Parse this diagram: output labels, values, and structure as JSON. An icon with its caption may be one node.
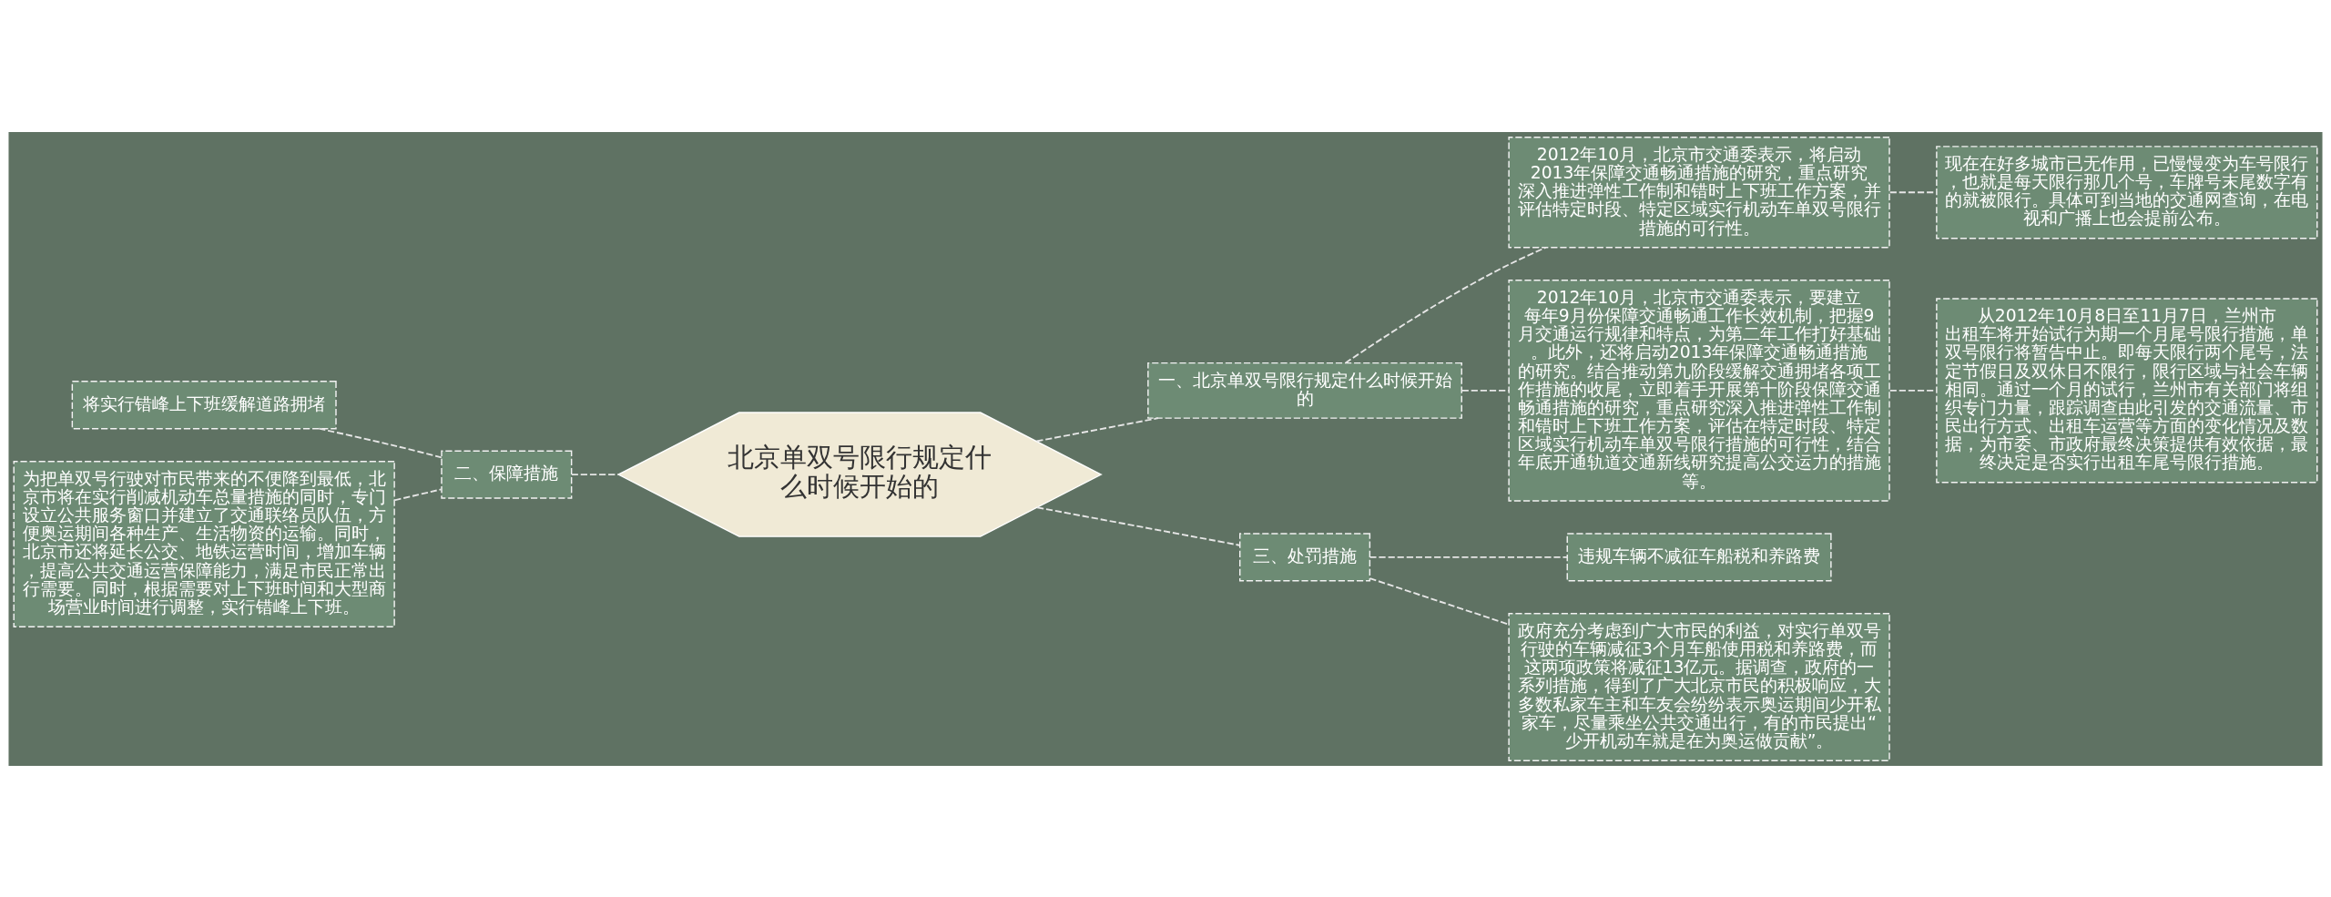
{
  "diagram": {
    "nodes": [
      {
        "text": [
          "北京单双号限行规定什么时候开始的"
        ]
      },
      {
        "text": [
          "一、北京单双号限行规定什么时候开始的"
        ]
      },
      {
        "text": [
          "2012年10月，北京市交通委表示，将启动2013年保障交通畅通措施的研究，重点研究深入推进弹性工作制和错时上下班工作方案，并评估特定时段、特定区域实行机动车单双号限行措施的可行性。"
        ]
      },
      {
        "text": [
          "现在在好多城市已无作用，已慢慢变为车号限行，也就是每天限行那几个号，车牌号末尾数字有的就被限行。具体可到当地的交通网查询，在电视和广播上也会提前公布。"
        ]
      },
      {
        "text": [
          "2012年10月，北京市交通委表示，要建立每年9月份保障交通畅通工作长效机制，把握9月交通运行规律和特点，为第二年工作打好基础。此外，还将启动2013年保障交通畅通措施的研究。结合推动第九阶段缓解交通拥堵各项工作措施的收尾，立即着手开展第十阶段保障交通畅通措施的研究，重点研究深入推进弹性工作制和错时上下班工作方案，评估在特定时段、特定区域实行机动车单双号限行措施的可行性，结合年底开通轨道交通新线研究提高公交运力的措施等。"
        ]
      },
      {
        "text": [
          "从2012年10月8日至11月7日，兰州市出租车将开始试行为期一个月尾号限行措施，单双号限行将暂告中止。即每天限行两个尾号，法定节假日及双休日不限行，限行区域与社会车辆相同。通过一个月的试行，兰州市有关部门将组织专门力量，跟踪调查由此引发的交通流量、市民出行方式、出租车运营等方面的变化情况及数据，为市委、市政府最终决策提供有效依据，最终决定是否实行出租车尾号限行措施。"
        ]
      },
      {
        "text": [
          "二、保障措施"
        ]
      },
      {
        "text": [
          "将实行错峰上下班缓解道路拥堵"
        ]
      },
      {
        "text": [
          "为把单双号行驶对市民带来的不便降到最低，北京市将在实行削减机动车总量措施的同时，专门设立公共服务窗口并建立了交通联络员队伍，方便奥运期间各种生产、生活物资的运输。同时，北京市还将延长公交、地铁运营时间，增加车辆，提高公共交通运营保障能力，满足市民正常出行需要。同时，根据需要对上下班时间和大型商场营业时间进行调整，实行错峰上下班。"
        ]
      },
      {
        "text": [
          "三、处罚措施"
        ]
      },
      {
        "text": [
          "违规车辆不减征车船税和养路费"
        ]
      },
      {
        "text": [
          "政府充分考虑到广大市民的利益，对实行单双号行驶的车辆减征3个月车船使用税和养路费，而这两项政策将减征13亿元。据调查，政府的一系列措施，得到了广大北京市民的积极响应，大多数私家车主和车友会纷纷表示奥运期间少开私家车，尽量乘坐公共交通出行，有的市民提出“少开机动车就是在为奥运做贡献”。"
        ]
      }
    ],
    "edges": [
      {
        "from": 0,
        "to": 1,
        "arrow": "none"
      },
      {
        "from": 1,
        "to": 2,
        "arrow": "none"
      },
      {
        "from": 2,
        "to": 3,
        "arrow": "none"
      },
      {
        "from": 1,
        "to": 4,
        "arrow": "none"
      },
      {
        "from": 4,
        "to": 5,
        "arrow": "none"
      },
      {
        "from": 0,
        "to": 6,
        "arrow": "none"
      },
      {
        "from": 6,
        "to": 7,
        "arrow": "none"
      },
      {
        "from": 6,
        "to": 8,
        "arrow": "none"
      },
      {
        "from": 0,
        "to": 9,
        "arrow": "none"
      },
      {
        "from": 9,
        "to": 10,
        "arrow": "none"
      },
      {
        "from": 9,
        "to": 11,
        "arrow": "none"
      }
    ]
  }
}
